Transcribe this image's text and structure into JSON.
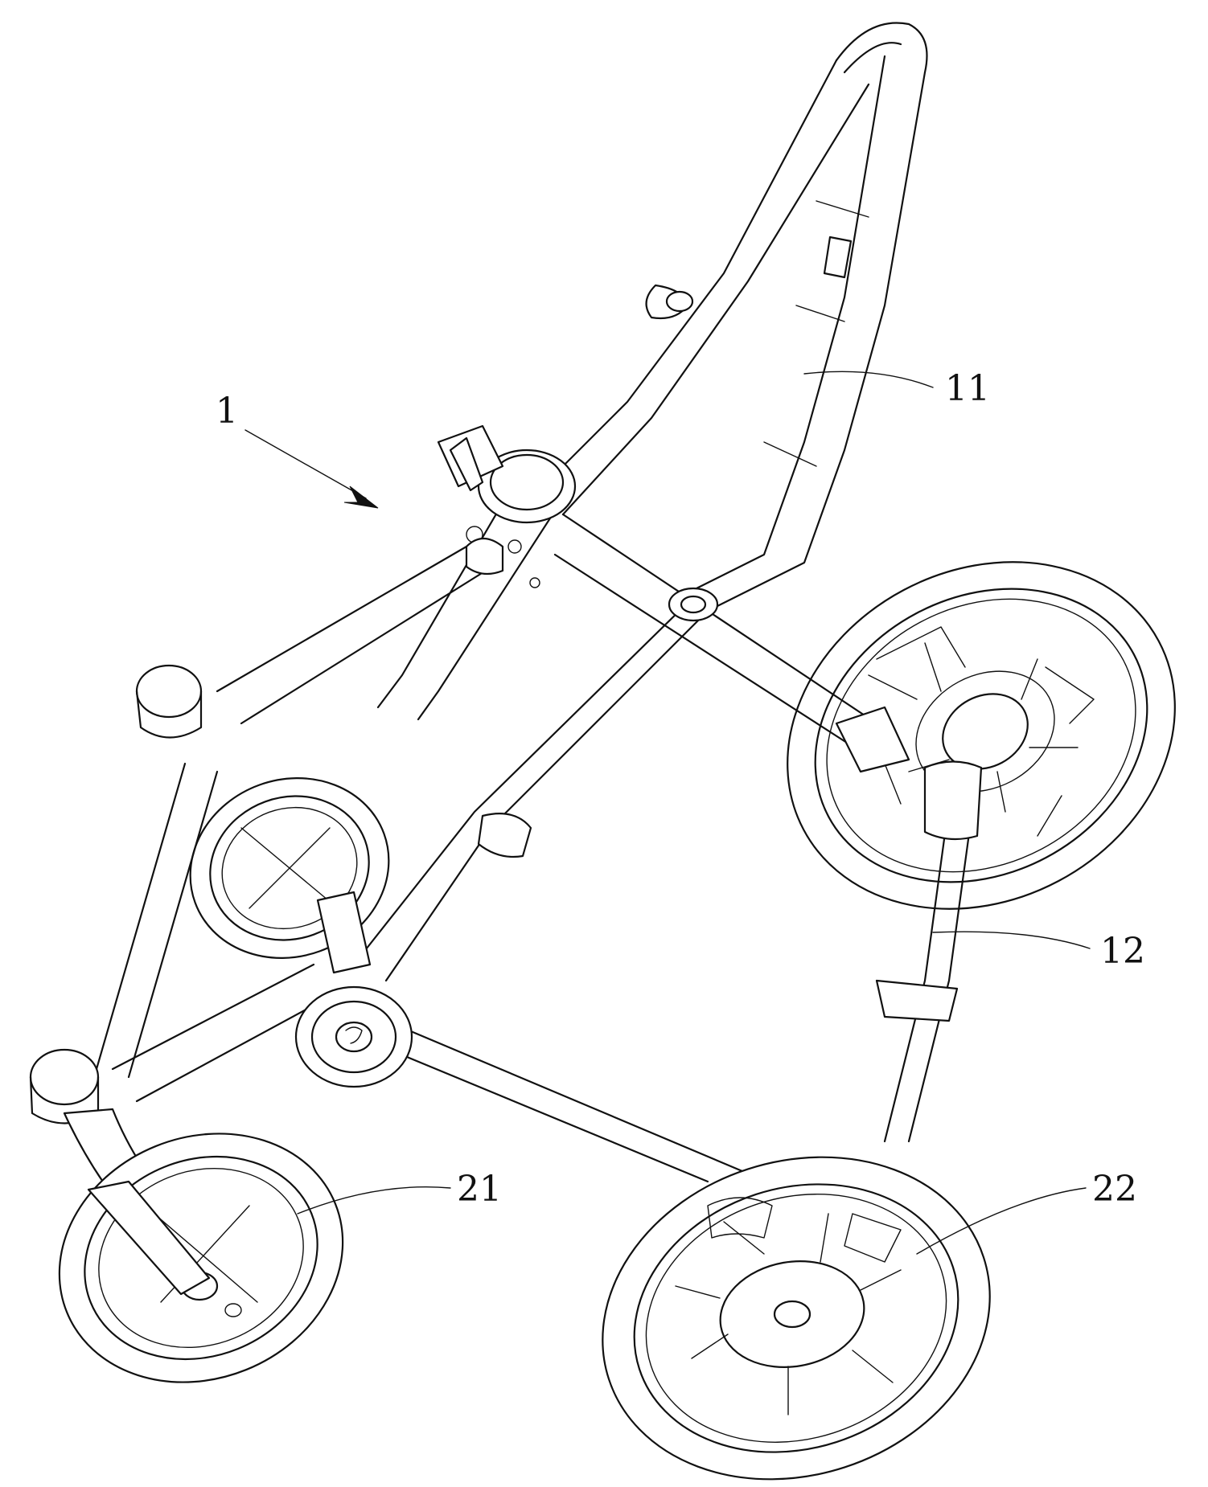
{
  "figure": {
    "reference_labels": {
      "assembly": "1",
      "upper_frame": "11",
      "lower_frame": "12",
      "front_wheel": "21",
      "rear_wheel": "22"
    }
  }
}
